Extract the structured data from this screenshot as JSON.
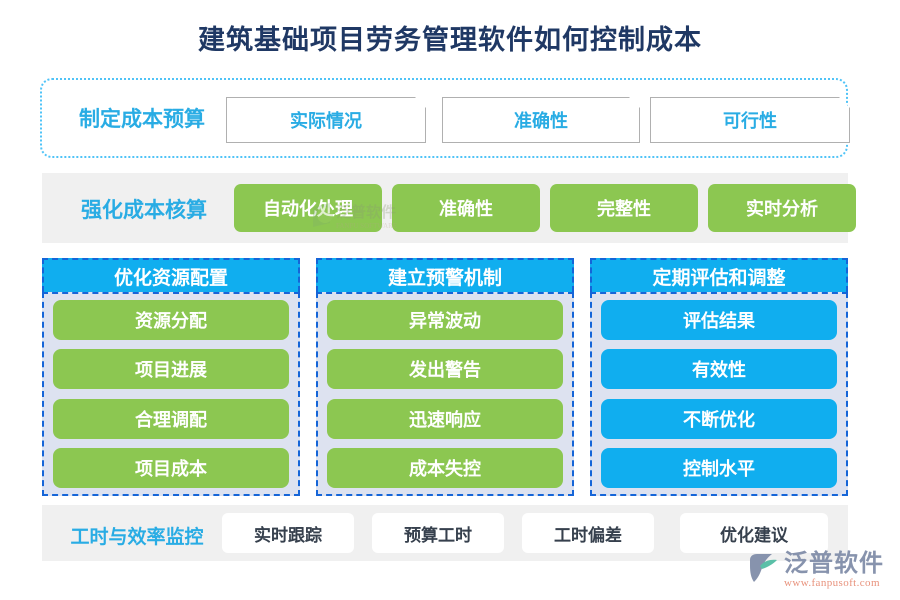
{
  "title": "建筑基础项目劳务管理软件如何控制成本",
  "colors": {
    "title": "#1f3864",
    "accent_blue": "#10aeef",
    "label_blue": "#29ace4",
    "green": "#8cc751",
    "panel_bg": "#dde2f0",
    "strip_bg": "#f0f0f0",
    "dash_border": "#1565d8",
    "logo_text": "#8793ad",
    "logo_url": "#e8927c"
  },
  "row1": {
    "label": "制定成本预算",
    "boxes": [
      {
        "label": "实际情况"
      },
      {
        "label": "准确性"
      },
      {
        "label": "可行性"
      }
    ]
  },
  "row2": {
    "label": "强化成本核算",
    "pills": [
      {
        "label": "自动化处理"
      },
      {
        "label": "准确性"
      },
      {
        "label": "完整性"
      },
      {
        "label": "实时分析"
      }
    ]
  },
  "columns": [
    {
      "header": "优化资源配置",
      "style": "green",
      "items": [
        {
          "label": "资源分配"
        },
        {
          "label": "项目进展"
        },
        {
          "label": "合理调配"
        },
        {
          "label": "项目成本"
        }
      ]
    },
    {
      "header": "建立预警机制",
      "style": "green",
      "items": [
        {
          "label": "异常波动"
        },
        {
          "label": "发出警告"
        },
        {
          "label": "迅速响应"
        },
        {
          "label": "成本失控"
        }
      ]
    },
    {
      "header": "定期评估和调整",
      "style": "blue",
      "items": [
        {
          "label": "评估结果"
        },
        {
          "label": "有效性"
        },
        {
          "label": "不断优化"
        },
        {
          "label": "控制水平"
        }
      ]
    }
  ],
  "row4": {
    "label": "工时与效率监控",
    "boxes": [
      {
        "label": "实时跟踪"
      },
      {
        "label": "预算工时"
      },
      {
        "label": "工时偏差"
      },
      {
        "label": "优化建议"
      }
    ]
  },
  "logo": {
    "name": "泛普软件",
    "url": "www.fanpusoft.com"
  }
}
